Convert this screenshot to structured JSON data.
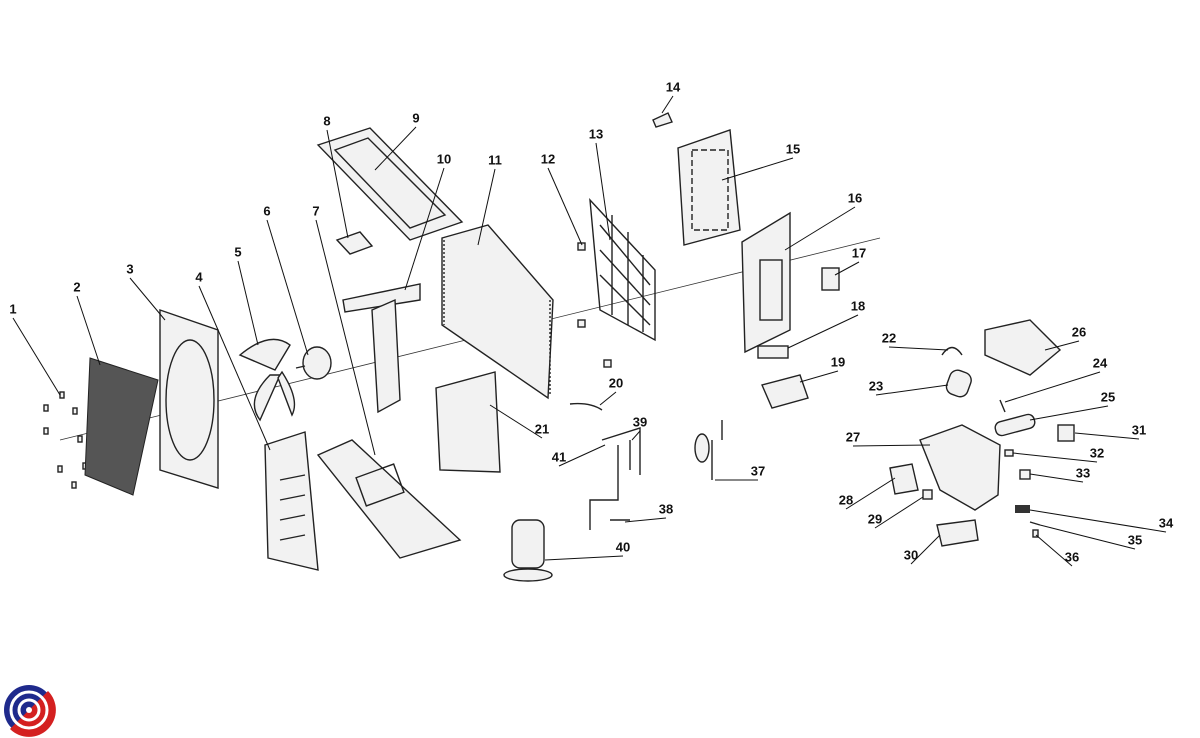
{
  "diagram": {
    "type": "exploded-parts-view",
    "part_numbers": [
      "1",
      "2",
      "3",
      "4",
      "5",
      "6",
      "7",
      "8",
      "9",
      "10",
      "11",
      "12",
      "13",
      "14",
      "15",
      "16",
      "17",
      "18",
      "19",
      "20",
      "21",
      "22",
      "23",
      "24",
      "25",
      "26",
      "27",
      "28",
      "29",
      "30",
      "31",
      "32",
      "33",
      "34",
      "35",
      "36",
      "37",
      "38",
      "39",
      "40",
      "41"
    ]
  },
  "logo": {
    "colors": {
      "blue": "#1f2a8c",
      "red": "#d42020"
    }
  }
}
